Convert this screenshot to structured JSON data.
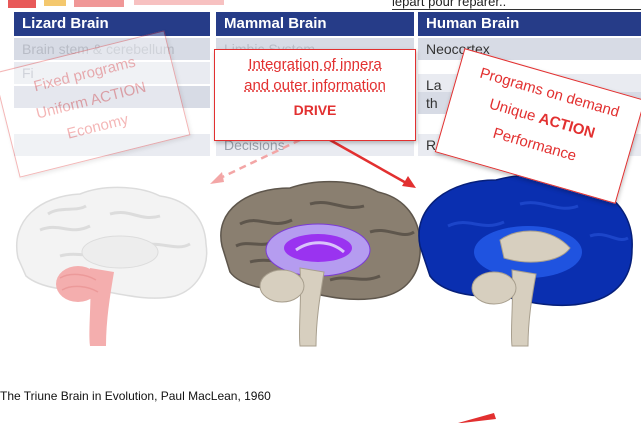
{
  "header": {
    "partial_text": "lepart pour reparer.."
  },
  "table": {
    "columns": [
      "Lizard Brain",
      "Mammal Brain",
      "Human Brain"
    ],
    "rows": [
      [
        "Brain stem & cerebellum",
        "Limbic System",
        "Neocortex"
      ],
      [
        "Fi",
        "",
        "La"
      ],
      [
        "",
        "",
        "th"
      ],
      [
        "",
        "Decisions",
        "Re"
      ]
    ]
  },
  "cards": {
    "left": {
      "lines": [
        "Fixed programs",
        "Uniform ACTION",
        "Economy"
      ]
    },
    "middle": {
      "line1": "Integration of innera",
      "line2": "and outer information",
      "emphasis": "DRIVE"
    },
    "right": {
      "line1": "Programs on demand",
      "line2_normal": "Unique ",
      "line2_bold": "ACTION",
      "line3": "Performance"
    }
  },
  "caption": "The Triune Brain in Evolution, Paul MacLean, 1960",
  "colors": {
    "header_bg": "#263c88",
    "accent_red": "#e23030",
    "lizard": "#f3a6a6",
    "mammal_limbic": "#9a33f0",
    "human": "#0a2fb0"
  }
}
